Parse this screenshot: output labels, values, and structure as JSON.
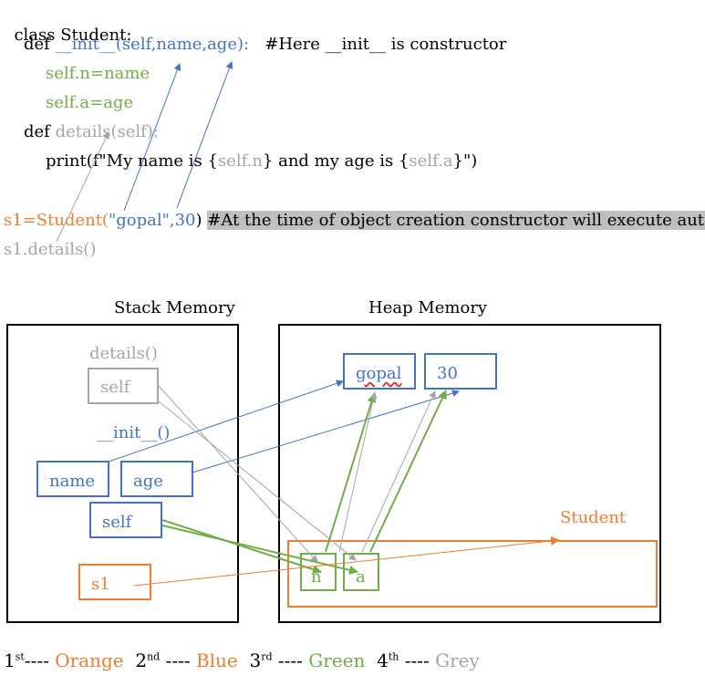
{
  "code": {
    "line1": "class Student:",
    "line2_def": "def ",
    "line2_sig": "__init__(self,name,age):",
    "line2_comment": "   #Here __init__ is constructor",
    "line3": "self.n=name",
    "line4": "self.a=age",
    "line5_def": "def ",
    "line5_sig": "details(self):",
    "line6_a": "print(f\"My name is {",
    "line6_b": "self.n",
    "line6_c": "} and my age is {",
    "line6_d": "self.a",
    "line6_e": "}\")",
    "line7_obj": "s1=Student(",
    "line7_args": "\"gopal\",30",
    "line7_close": ")",
    "line7_comment": "#At the time of object creation constructor will execute auto",
    "line8": "s1.details()"
  },
  "diagram": {
    "stack_title": "Stack Memory",
    "heap_title": "Heap Memory",
    "details_label": "details()",
    "details_self": "self",
    "init_label": "__init__()",
    "name_box": "name",
    "age_box": "age",
    "init_self": "self",
    "s1_box": "s1",
    "gopal_box": "gopal",
    "thirty_box": "30",
    "student_label": "Student",
    "n_box": "n",
    "a_box": "a"
  },
  "legend": {
    "first": "1",
    "first_sup": "st",
    "first_dash": "---- ",
    "first_color": "Orange",
    "second": "2",
    "second_sup": "nd",
    "second_dash": " ---- ",
    "second_color": "Blue",
    "third": "3",
    "third_sup": "rd",
    "third_dash": " ---- ",
    "third_color": "Green",
    "fourth": "4",
    "fourth_sup": "th",
    "fourth_dash": " ---- ",
    "fourth_color": "Grey"
  },
  "colors": {
    "orange": "#ED7D31",
    "blue": "#4472C4",
    "green": "#70AD47",
    "grey": "#A5A5A5"
  }
}
